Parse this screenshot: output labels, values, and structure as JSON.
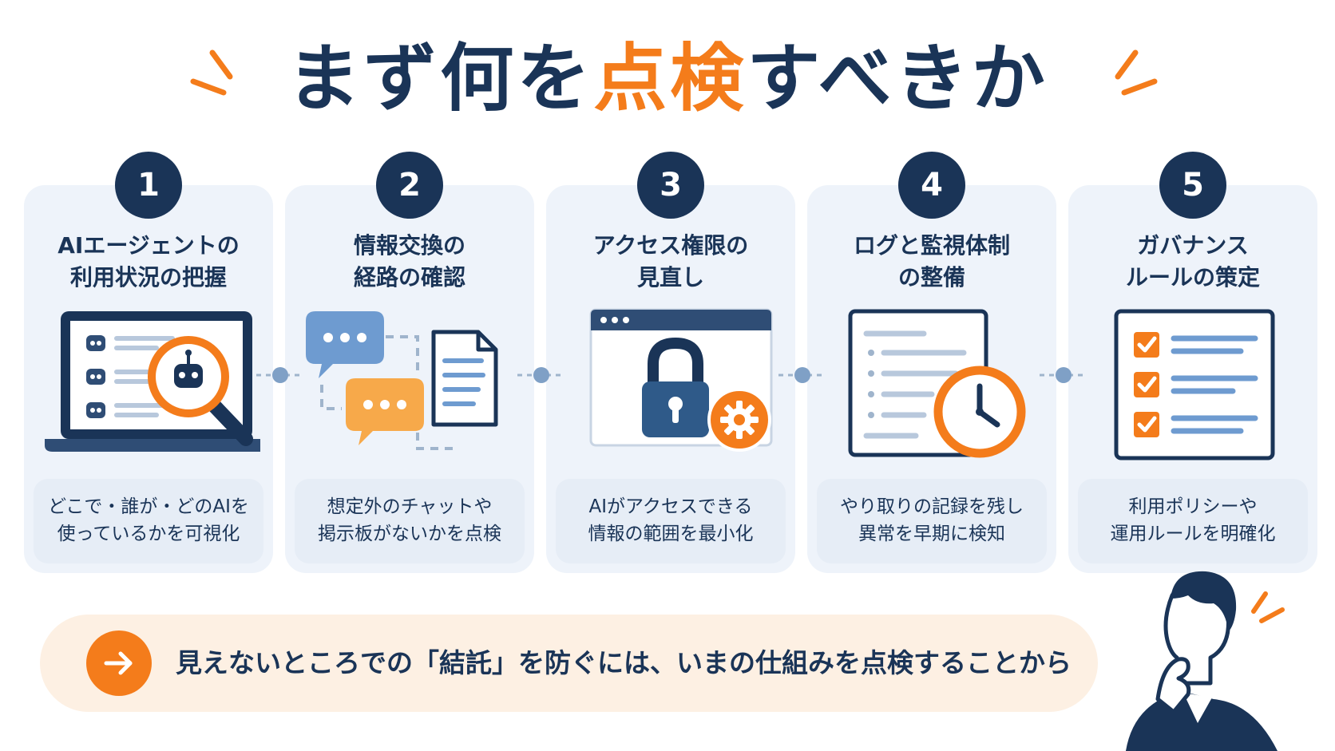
{
  "title": {
    "before": "まず何を",
    "accent": "点検",
    "after": "すべきか"
  },
  "colors": {
    "navy": "#1a3457",
    "orange": "#f47c1b",
    "card_bg": "#eef3fa",
    "banner_bg": "#fdf0e3"
  },
  "steps": [
    {
      "number": "1",
      "heading_line1": "AIエージェントの",
      "heading_line2": "利用状況の把握",
      "desc_line1": "どこで・誰が・どのAIを",
      "desc_line2": "使っているかを可視化",
      "icon": "laptop-magnifier-icon"
    },
    {
      "number": "2",
      "heading_line1": "情報交換の",
      "heading_line2": "経路の確認",
      "desc_line1": "想定外のチャットや",
      "desc_line2": "掲示板がないかを点検",
      "icon": "chat-document-icon"
    },
    {
      "number": "3",
      "heading_line1": "アクセス権限の",
      "heading_line2": "見直し",
      "desc_line1": "AIがアクセスできる",
      "desc_line2": "情報の範囲を最小化",
      "icon": "lock-gear-icon"
    },
    {
      "number": "4",
      "heading_line1": "ログと監視体制",
      "heading_line2": "の整備",
      "desc_line1": "やり取りの記録を残し",
      "desc_line2": "異常を早期に検知",
      "icon": "log-clock-icon"
    },
    {
      "number": "5",
      "heading_line1": "ガバナンス",
      "heading_line2": "ルールの策定",
      "desc_line1": "利用ポリシーや",
      "desc_line2": "運用ルールを明確化",
      "icon": "checklist-icon"
    }
  ],
  "banner": {
    "text": "見えないところでの「結託」を防ぐには、いまの仕組みを点検することから",
    "icon": "arrow-right-icon"
  }
}
